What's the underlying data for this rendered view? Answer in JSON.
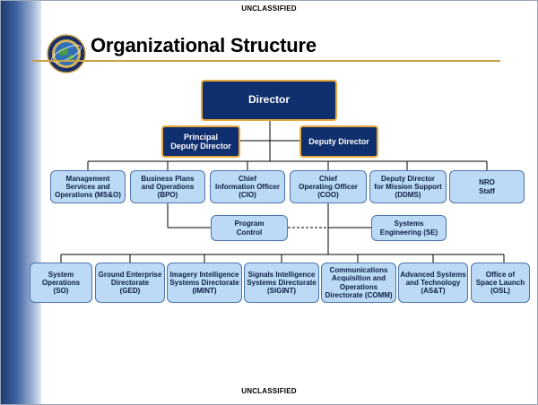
{
  "header": {
    "classification_top": "UNCLASSIFIED"
  },
  "footer": {
    "classification_bottom": "UNCLASSIFIED"
  },
  "title": "Organizational Structure",
  "colors": {
    "sidebar": "#2b4f8a",
    "dark_box": "#0f2f6e",
    "dark_border": "#e7a93b",
    "light_box": "#bcd9f5",
    "light_border": "#4b74ad",
    "rule": "#caa24a"
  },
  "logo": {
    "icon": "nro-seal-icon"
  },
  "org": {
    "director": "Director",
    "principal_deputy": "Principal\nDeputy Director",
    "deputy": "Deputy Director",
    "row1": [
      "Management\nServices and\nOperations (MS&O)",
      "Business Plans\nand Operations\n(BPO)",
      "Chief\nInformation Officer\n(CIO)",
      "Chief\nOperating Officer\n(COO)",
      "Deputy Director\nfor Mission Support\n(DDMS)",
      "NRO\nStaff"
    ],
    "program_control": "Program\nControl",
    "systems_engineering": "Systems\nEngineering (SE)",
    "row3": [
      "System\nOperations\n(SO)",
      "Ground Enterprise\nDirectorate\n(GED)",
      "Imagery Intelligence\nSystems Directorate\n(IMINT)",
      "Signals Intelligence\nSystems Directorate\n(SIGINT)",
      "Communications\nAcquisition and\nOperations\nDirectorate (COMM)",
      "Advanced Systems\nand Technology\n(AS&T)",
      "Office of\nSpace Launch\n(OSL)"
    ]
  }
}
